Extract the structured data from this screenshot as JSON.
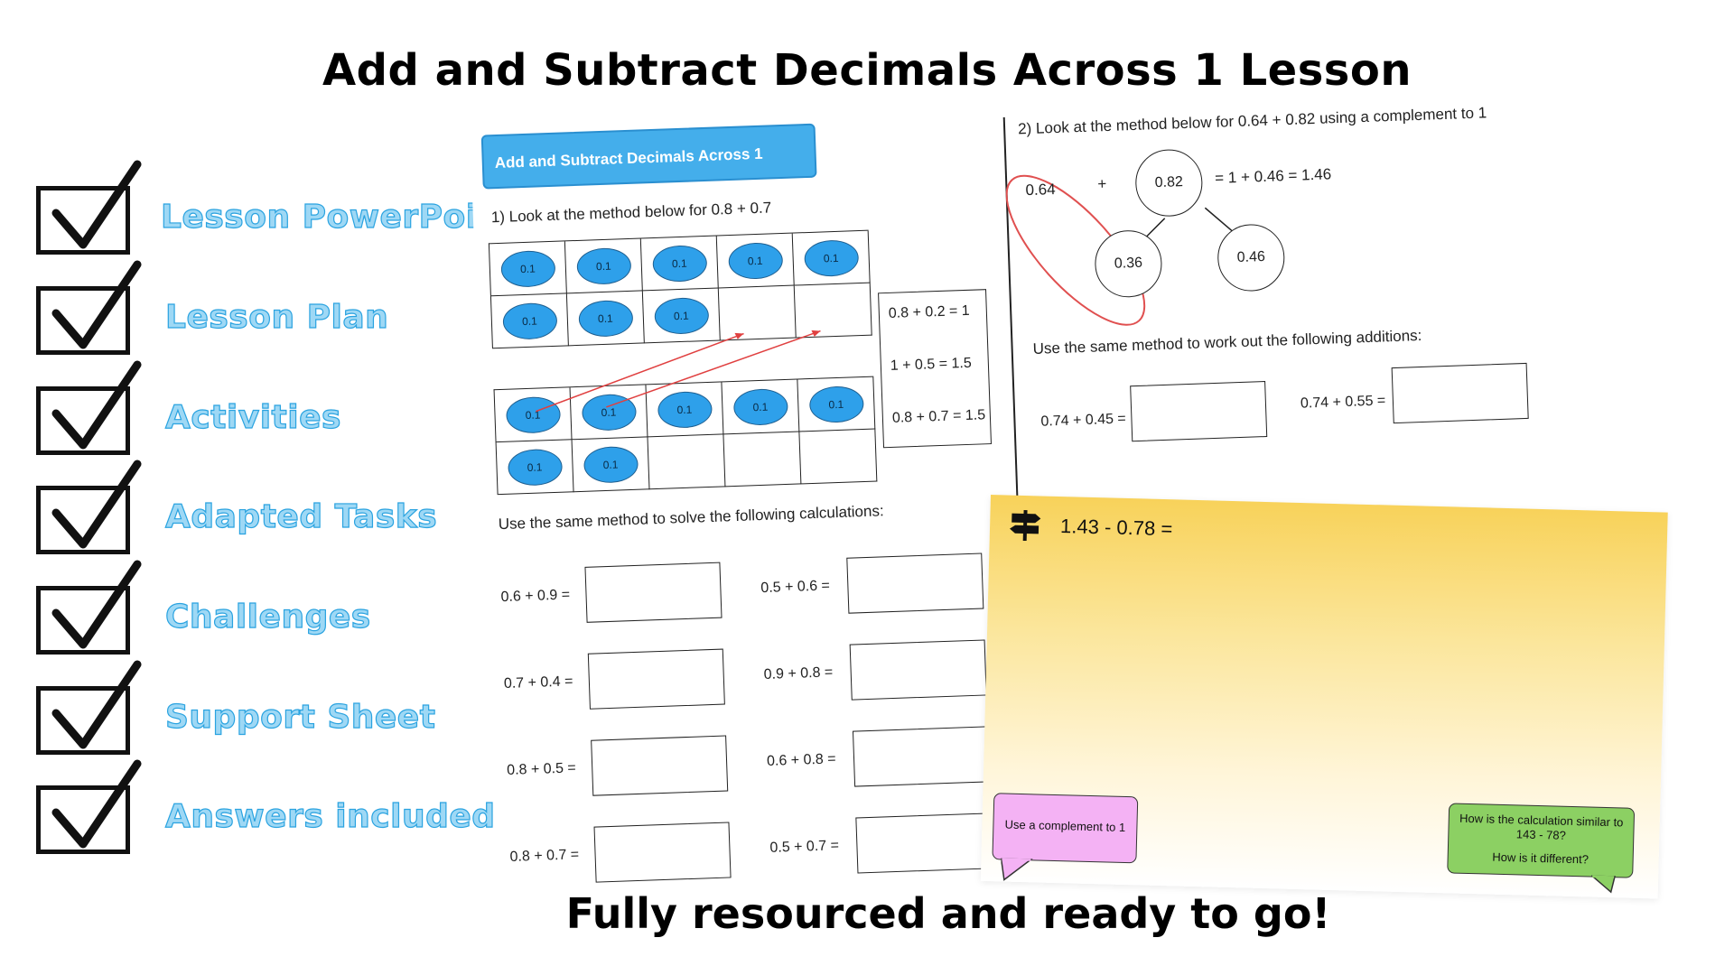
{
  "title": "Add and Subtract Decimals Across 1 Lesson",
  "footer": "Fully resourced and ready to go!",
  "checklist": [
    {
      "label": "Lesson PowerPoint"
    },
    {
      "label": "Lesson Plan"
    },
    {
      "label": "Activities"
    },
    {
      "label": "Adapted Tasks"
    },
    {
      "label": "Challenges"
    },
    {
      "label": "Support Sheet"
    },
    {
      "label": "Answers included"
    }
  ],
  "worksheet1": {
    "header": "Add and Subtract Decimals Across 1",
    "q1": "1)   Look at the method below for 0.8 + 0.7",
    "counter_label": "0.1",
    "notes": [
      "0.8 + 0.2 = 1",
      "1 + 0.5 = 1.5",
      "0.8 + 0.7 = 1.5"
    ],
    "instruction": "Use the same method to solve the following calculations:",
    "calcs_left": [
      "0.6 + 0.9 =",
      "0.7 + 0.4 =",
      "0.8 + 0.5 =",
      "0.8 + 0.7 ="
    ],
    "calcs_right": [
      "0.5 + 0.6 =",
      "0.9 + 0.8 =",
      "0.6 + 0.8 =",
      "0.5 + 0.7 ="
    ]
  },
  "worksheet2": {
    "q2": "2) Look at the method below for 0.64 + 0.82 using a complement to 1",
    "part_a": "0.64",
    "plus": "+",
    "whole": "0.82",
    "result": "= 1 + 0.46 = 1.46",
    "part_b": "0.36",
    "part_c": "0.46",
    "instruction": "Use the same method to work out the following additions:",
    "calc_a": "0.74 + 0.45 =",
    "calc_b": "0.74 + 0.55 ="
  },
  "slide": {
    "calculation": "1.43 - 0.78 =",
    "hint": "Use a complement to 1",
    "question_line1": "How is the calculation similar to",
    "question_line2": "143 - 78?",
    "question_line3": "How is it different?"
  }
}
